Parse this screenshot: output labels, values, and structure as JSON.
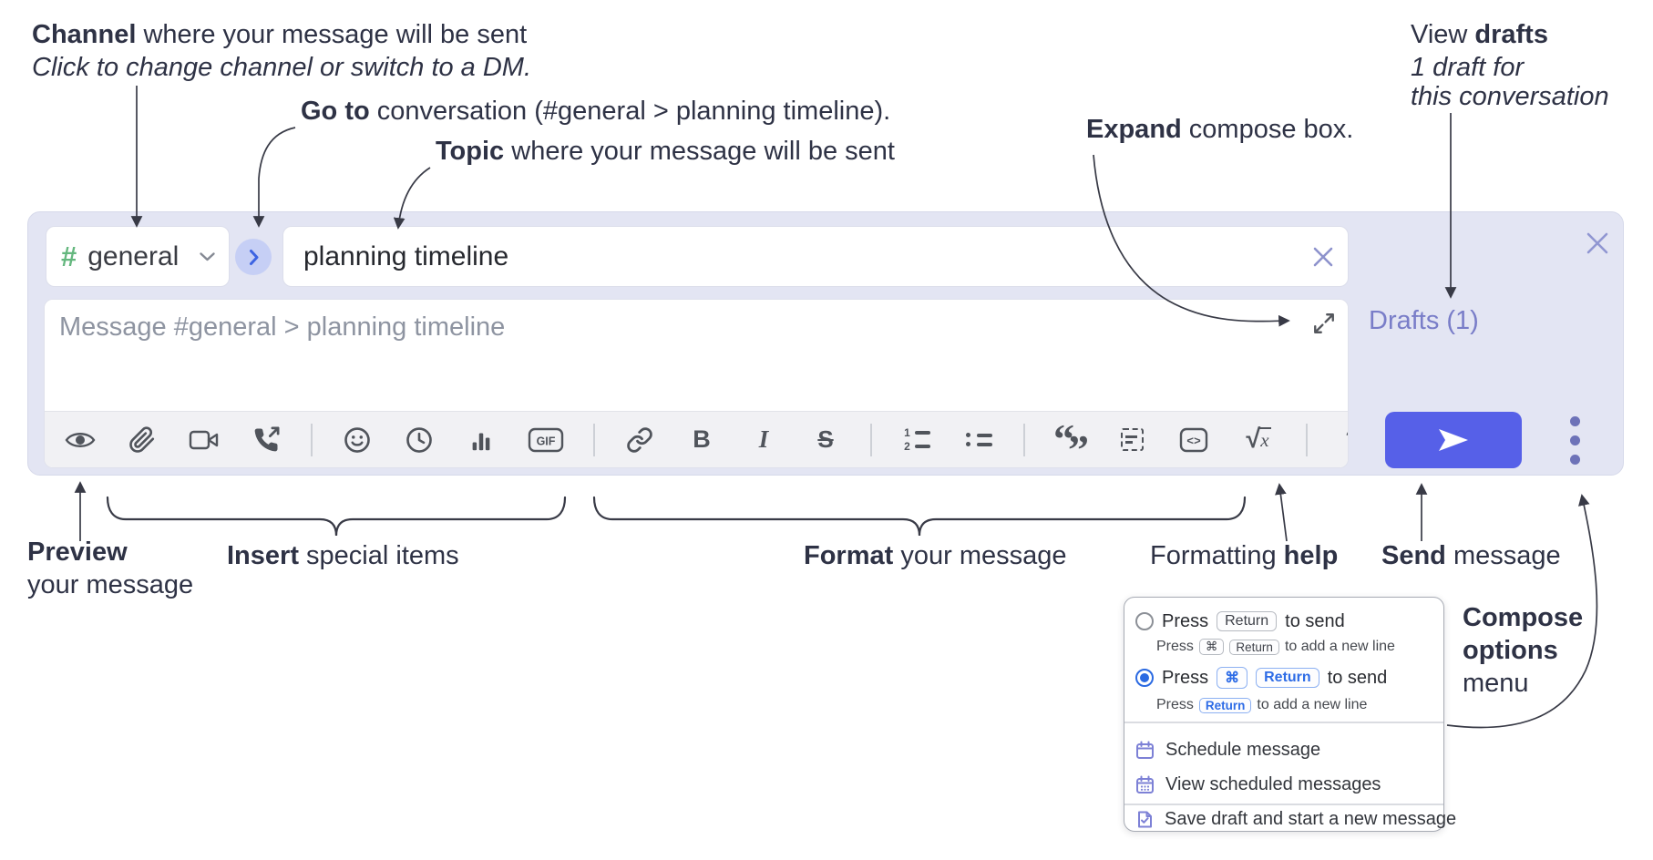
{
  "annotations": {
    "channel": {
      "bold": "Channel",
      "rest": " where your message will be sent",
      "sub": "Click to change channel or switch to a DM."
    },
    "goto": {
      "bold": "Go to",
      "rest": " conversation (#general > planning timeline)."
    },
    "topic": {
      "bold": "Topic",
      "rest": " where your message will be sent"
    },
    "expand": {
      "bold": "Expand",
      "rest": " compose box."
    },
    "drafts": {
      "pre": "View ",
      "bold": "drafts",
      "line2": "1 draft for",
      "line3": "this conversation"
    },
    "preview": {
      "bold": "Preview",
      "line2": "your message"
    },
    "insert": {
      "bold": "Insert",
      "rest": " special items"
    },
    "format": {
      "bold": "Format",
      "rest": " your message"
    },
    "help": {
      "pre": "Formatting ",
      "bold": "help"
    },
    "send": {
      "bold": "Send",
      "rest": " message"
    },
    "compose_options": {
      "line1": "Compose",
      "line2": "options",
      "line3": "menu"
    }
  },
  "compose": {
    "channel": {
      "hash": "#",
      "name": "general"
    },
    "topic_value": "planning timeline",
    "message_placeholder": "Message #general > planning timeline",
    "drafts_label": "Drafts (1)",
    "toolbar": {
      "gif_label": "GIF",
      "bold_label": "B",
      "italic_label": "I",
      "strike_label": "S",
      "code_label": "<>",
      "math_sqrt": "√",
      "math_x": "x",
      "ol_1": "1",
      "ol_2": "2",
      "quote_open": "“",
      "quote_close": "”",
      "help_label": "?"
    },
    "icons": {
      "left_group": [
        "eye-icon",
        "paperclip-icon",
        "video-camera-icon",
        "phone-call-icon"
      ],
      "insert_group": [
        "smiley-icon",
        "clock-icon",
        "bar-chart-icon",
        "gif-icon"
      ],
      "format_group": [
        "link-icon",
        "bold-icon",
        "italic-icon",
        "strikethrough-icon",
        "numbered-list-icon",
        "bulleted-list-icon",
        "quote-icon",
        "spoiler-icon",
        "code-icon",
        "math-icon"
      ],
      "other": [
        "question-icon",
        "send-plane-icon",
        "vertical-ellipsis-icon",
        "expand-icon",
        "close-x-icon"
      ]
    }
  },
  "popup": {
    "option1": {
      "press": "Press",
      "key_return": "Return",
      "suffix": "to send",
      "sub_press": "Press",
      "sub_key_cmd": "⌘",
      "sub_key_return": "Return",
      "sub_suffix": "to add a new line"
    },
    "option2": {
      "press": "Press",
      "key_cmd": "⌘",
      "key_return": "Return",
      "suffix": "to send",
      "sub_press": "Press",
      "sub_key_return": "Return",
      "sub_suffix": "to add a new line"
    },
    "item_schedule": "Schedule message",
    "item_view_scheduled": "View scheduled messages",
    "item_save_draft": "Save draft and start a new message"
  },
  "colors": {
    "compose_bg": "#e3e5f3",
    "send_button": "#5660e8",
    "channel_hash_green": "#64b77e",
    "goto_circle_bg": "#c6cff5",
    "goto_chevron_blue": "#3c63e2",
    "drafts_purple": "#797dc8",
    "radio_selected_blue": "#2b6ae2",
    "kbd_blue": "#2e6ce6",
    "popup_icon_purple": "#7d81d6",
    "toolbar_icon_gray": "#50545b",
    "annotation_ink": "#2e3245"
  }
}
